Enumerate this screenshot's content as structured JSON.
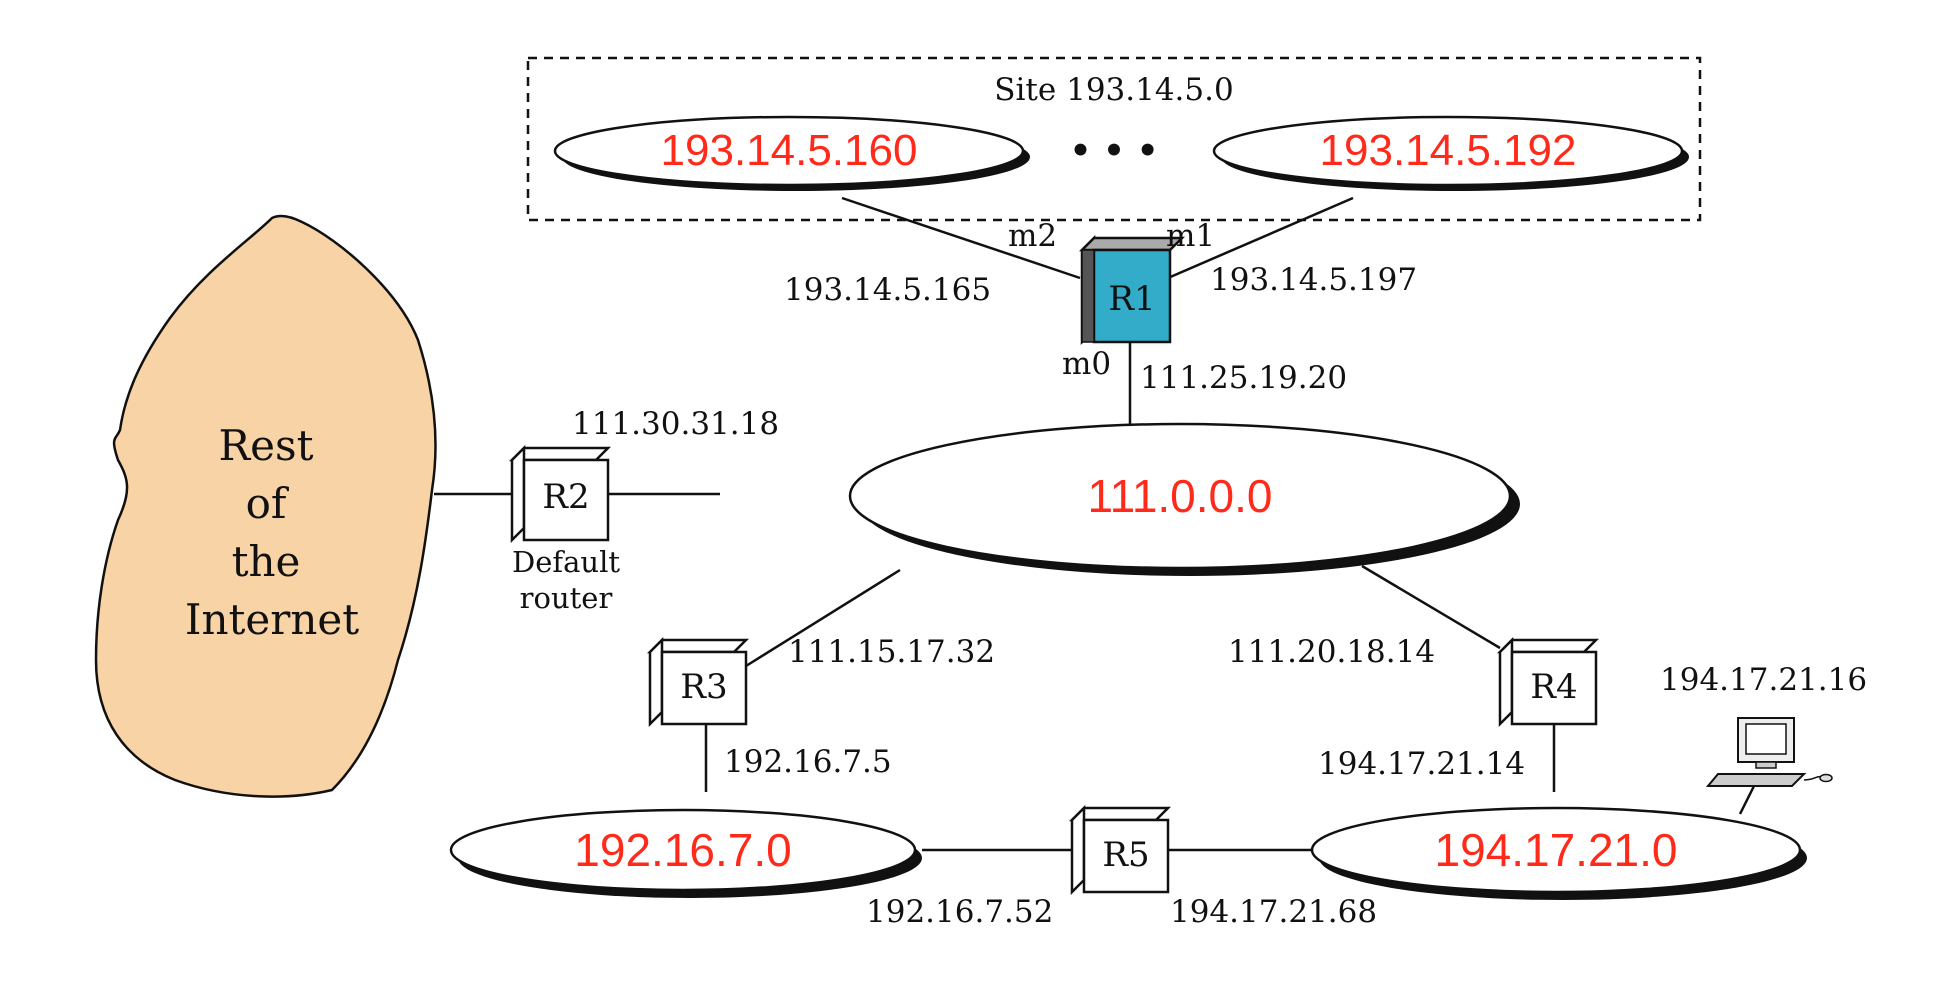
{
  "colors": {
    "network_text": "#ff2a1a",
    "cloud_fill": "#f8d3a6",
    "r1_fill": "#33acc9",
    "router_fill": "#ffffff",
    "line": "#111111"
  },
  "site": {
    "label": "Site 193.14.5.0",
    "ellipsis": "• • •"
  },
  "networks": {
    "n193_160": "193.14.5.160",
    "n193_192": "193.14.5.192",
    "n111": "111.0.0.0",
    "n192": "192.16.7.0",
    "n194": "194.17.21.0"
  },
  "cloud": {
    "line1": "Rest",
    "line2": "of",
    "line3": "the",
    "line4": "Internet"
  },
  "routers": {
    "r1": "R1",
    "r2": "R2",
    "r3": "R3",
    "r4": "R4",
    "r5": "R5"
  },
  "interfaces": {
    "m0": "m0",
    "m1": "m1",
    "m2": "m2"
  },
  "r2_caption": {
    "line1": "Default",
    "line2": "router"
  },
  "addresses": {
    "a193_165": "193.14.5.165",
    "a193_197": "193.14.5.197",
    "a111_25": "111.25.19.20",
    "a111_30": "111.30.31.18",
    "a111_15": "111.15.17.32",
    "a111_20": "111.20.18.14",
    "a192_5": "192.16.7.5",
    "a194_14": "194.17.21.14",
    "a194_16": "194.17.21.16",
    "a192_52": "192.16.7.52",
    "a194_68": "194.17.21.68"
  },
  "icons": {
    "host": "computer-icon"
  }
}
